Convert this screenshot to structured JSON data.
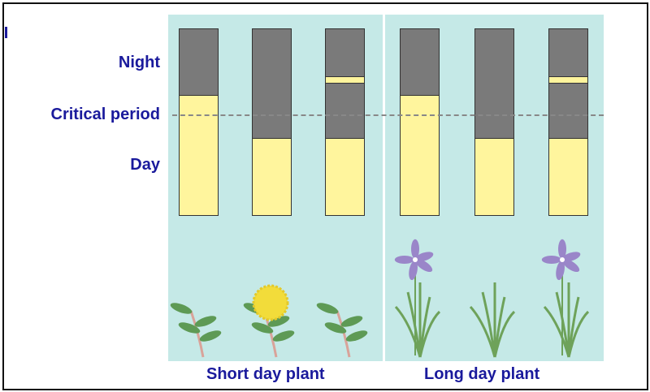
{
  "labels": {
    "night": "Night",
    "critical": "Critical period",
    "day": "Day"
  },
  "groups": [
    {
      "label": "Short day plant",
      "bars": [
        {
          "day_fraction": 0.64,
          "night_interrupted": false,
          "flowering": false
        },
        {
          "day_fraction": 0.41,
          "night_interrupted": false,
          "flowering": true
        },
        {
          "day_fraction": 0.41,
          "night_interrupted": true,
          "flowering": false
        }
      ]
    },
    {
      "label": "Long day plant",
      "bars": [
        {
          "day_fraction": 0.64,
          "night_interrupted": false,
          "flowering": true
        },
        {
          "day_fraction": 0.41,
          "night_interrupted": false,
          "flowering": false
        },
        {
          "day_fraction": 0.41,
          "night_interrupted": true,
          "flowering": true
        }
      ]
    }
  ],
  "colors": {
    "night": "#7a7a7a",
    "day": "#fff59d",
    "background": "#c5e9e7",
    "text": "#1a1a9c"
  }
}
